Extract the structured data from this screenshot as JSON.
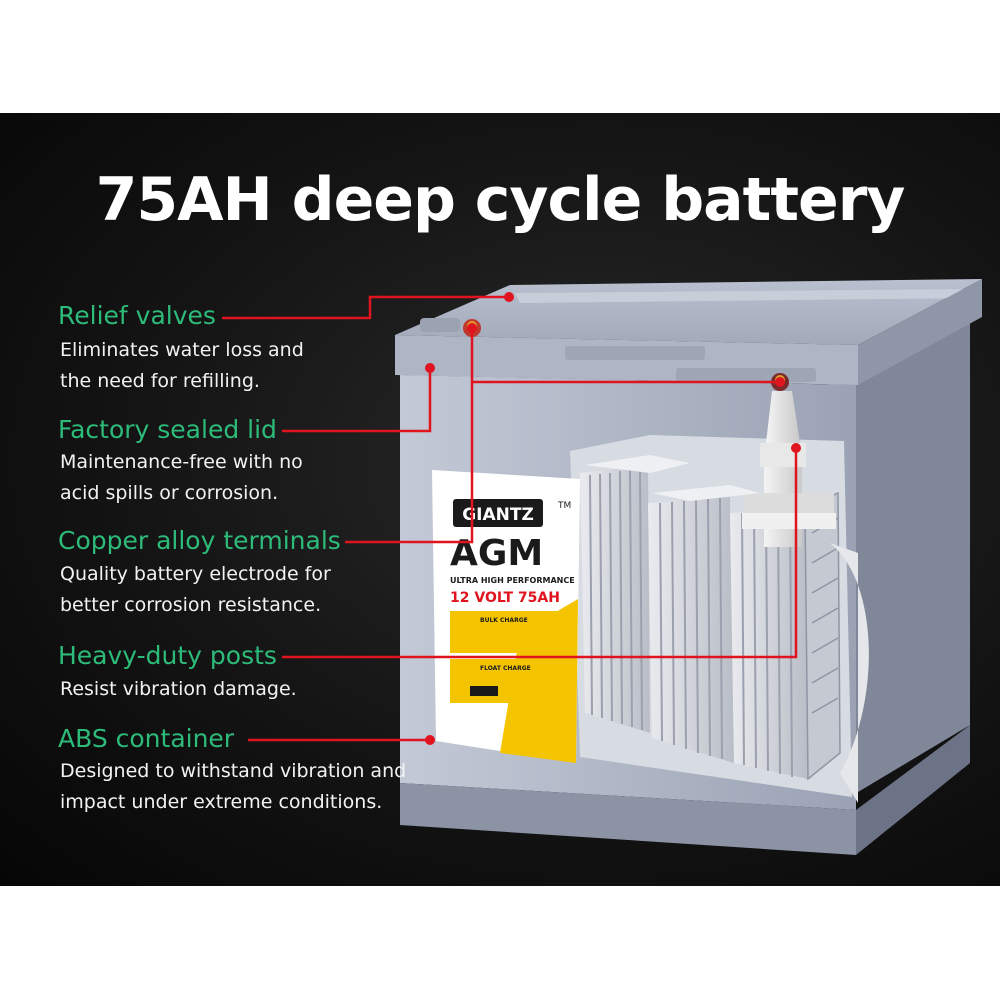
{
  "headline": "75AH deep cycle battery",
  "features": [
    {
      "title": "Relief valves",
      "description": "Eliminates water loss and\nthe need for refilling."
    },
    {
      "title": "Factory sealed lid",
      "description": "Maintenance-free with no\nacid spills or corrosion."
    },
    {
      "title": "Copper alloy terminals",
      "description": "Quality battery electrode for\nbetter corrosion resistance."
    },
    {
      "title": "Heavy-duty posts",
      "description": "Resist vibration damage."
    },
    {
      "title": "ABS container",
      "description": "Designed to withstand vibration and\nimpact under extreme conditions."
    }
  ],
  "battery_label": {
    "brand": "GIANTZ",
    "trademark": "TM",
    "type": "AGM",
    "subtitle": "ULTRA HIGH PERFORMANCE",
    "rating": "12 VOLT 75AH",
    "bulk_charge": "BULK CHARGE",
    "float_charge": "FLOAT CHARGE"
  },
  "colors": {
    "accent_green": "#2dbb7a",
    "callout_red": "#e0141e",
    "battery_grey": "#a9b0c0",
    "label_yellow": "#f5c400"
  }
}
